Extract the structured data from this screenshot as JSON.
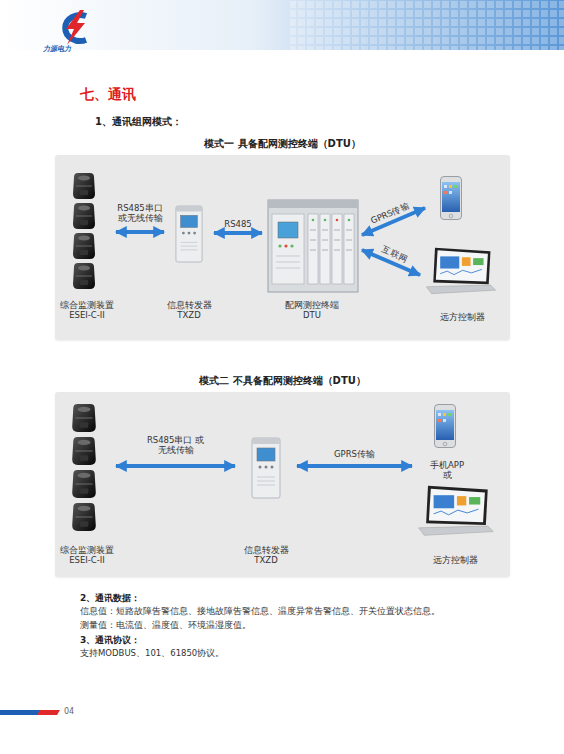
{
  "diagram": {
    "title": "七、通讯",
    "nodes": [
      {
        "text": [
          "模式一 具备配网测控终端（DTU）"
        ]
      },
      {
        "text": [
          "综合监测装置 ESEI-C-II"
        ],
        "in": 0
      },
      {
        "text": [
          "信息转发器 TXZD"
        ],
        "in": 0
      },
      {
        "text": [
          "配网测控终端 DTU"
        ],
        "in": 0
      },
      {
        "text": [
          "手机APP"
        ],
        "in": 0
      },
      {
        "text": [
          "远方控制器"
        ],
        "in": 0
      },
      {
        "text": [
          "模式二 不具备配网测控终端（DTU）"
        ]
      },
      {
        "text": [
          "综合监测装置 ESEI-C-II"
        ],
        "in": 6
      },
      {
        "text": [
          "信息转发器 TXZD"
        ],
        "in": 6
      },
      {
        "text": [
          "手机APP 或"
        ],
        "in": 6
      },
      {
        "text": [
          "远方控制器"
        ],
        "in": 6
      }
    ],
    "edges": [
      {
        "from": 1,
        "to": 2,
        "arrow": "both",
        "label": "RS485串口 或无线传输"
      },
      {
        "from": 2,
        "to": 3,
        "arrow": "both",
        "label": "RS485"
      },
      {
        "from": 3,
        "to": 4,
        "arrow": "both",
        "label": "GPRS传输"
      },
      {
        "from": 3,
        "to": 5,
        "arrow": "both",
        "label": "互联网"
      },
      {
        "from": 7,
        "to": 8,
        "arrow": "both",
        "label": "RS485串口 或无线传输"
      },
      {
        "from": 8,
        "to": 9,
        "arrow": "both",
        "label": "GPRS传输"
      }
    ],
    "labels": [
      "力源电力",
      "1、通讯组网模式：",
      "2、通讯数据：",
      "信息值：短路故障告警信息、接地故障告警信息、温度异常告警信息、开关位置状态信息。",
      "测量值：电流值、温度值、环境温湿度值。",
      "3、通讯协议：",
      "支持MODBUS、101、61850协议。",
      "04"
    ]
  }
}
